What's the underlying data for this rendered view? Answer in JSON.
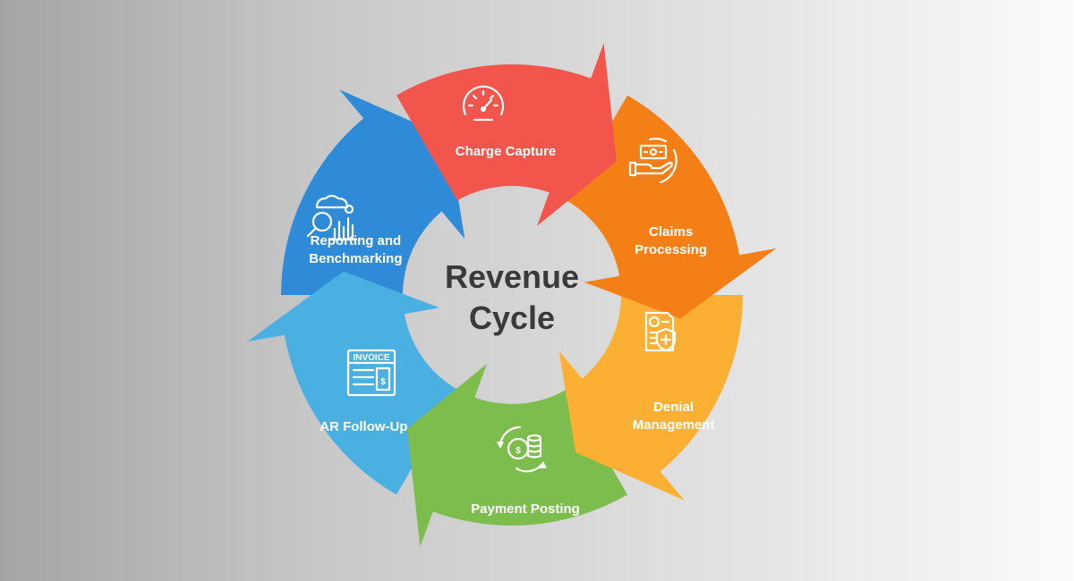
{
  "center": {
    "line1": "Revenue",
    "line2": "Cycle"
  },
  "segments": [
    {
      "key": "charge",
      "label_lines": [
        "Charge Capture"
      ],
      "color": "#f2554b",
      "icon": "speedometer-icon"
    },
    {
      "key": "claims",
      "label_lines": [
        "Claims",
        "Processing"
      ],
      "color": "#f57f17",
      "icon": "money-hand-icon"
    },
    {
      "key": "denial",
      "label_lines": [
        "Denial",
        "Management"
      ],
      "color": "#fbb033",
      "icon": "shield-document-icon"
    },
    {
      "key": "payment",
      "label_lines": [
        "Payment Posting"
      ],
      "color": "#7dbd4e",
      "icon": "dollar-refresh-icon"
    },
    {
      "key": "ar",
      "label_lines": [
        "AR Follow-Up"
      ],
      "color": "#4ab0e1",
      "icon": "invoice-icon"
    },
    {
      "key": "reporting",
      "label_lines": [
        "Reporting and",
        "Benchmarking"
      ],
      "color": "#2f8bd7",
      "icon": "analytics-magnifier-icon"
    }
  ],
  "icons": {
    "invoice_text": "INVOICE",
    "currency_symbol": "$"
  }
}
